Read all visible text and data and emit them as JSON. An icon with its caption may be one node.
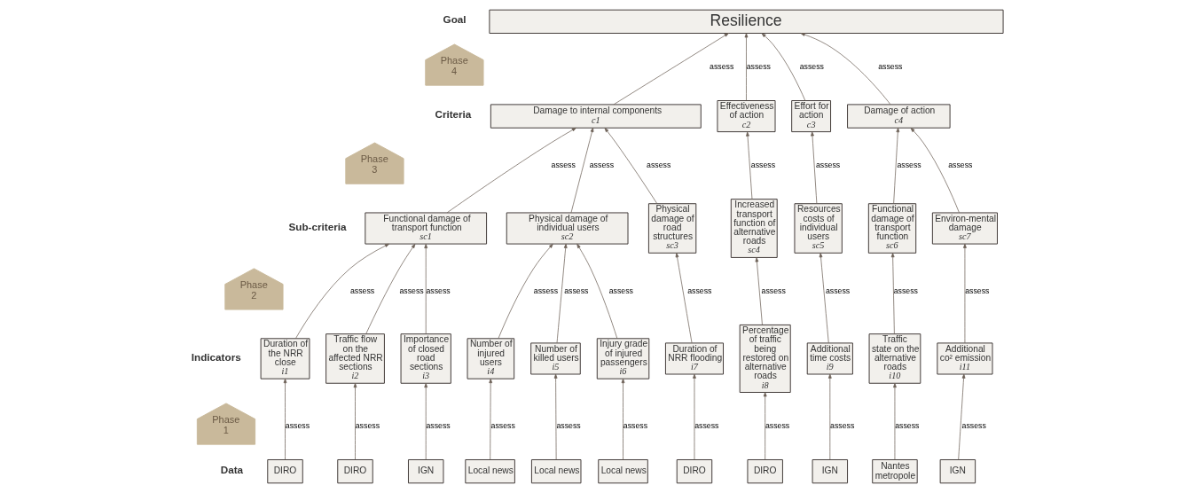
{
  "diagram": {
    "nodes": [
      {
        "text": [
          "Resilience"
        ]
      },
      {
        "text": [
          "Phase 4"
        ]
      },
      {
        "text": [
          "Damage to internal components",
          "c1"
        ]
      },
      {
        "text": [
          "Effectiveness of action",
          "c2"
        ]
      },
      {
        "text": [
          "Effort for action",
          "c3"
        ]
      },
      {
        "text": [
          "Damage of action",
          "c4"
        ]
      },
      {
        "text": [
          "Phase 3"
        ]
      },
      {
        "text": [
          "Functional damage of transport function",
          "sc1"
        ]
      },
      {
        "text": [
          "Physical damage of individual users",
          "sc2"
        ]
      },
      {
        "text": [
          "Physical damage of road structures",
          "sc3"
        ]
      },
      {
        "text": [
          "Increased transport function of alternative roads",
          "sc4"
        ]
      },
      {
        "text": [
          "Resources costs of individual users",
          "sc5"
        ]
      },
      {
        "text": [
          "Functional damage of transport function",
          "sc6"
        ]
      },
      {
        "text": [
          "Environ-mental damage",
          "sc7"
        ]
      },
      {
        "text": [
          "Phase 2"
        ]
      },
      {
        "text": [
          "Duration of the NRR close",
          "i1"
        ]
      },
      {
        "text": [
          "Traffic flow on the affected NRR sections",
          "i2"
        ]
      },
      {
        "text": [
          "Importance of closed road sections",
          "i3"
        ]
      },
      {
        "text": [
          "Number of injured users",
          "i4"
        ]
      },
      {
        "text": [
          "Number of killed users",
          "i5"
        ]
      },
      {
        "text": [
          "Injury grade of injured passengers",
          "i6"
        ]
      },
      {
        "text": [
          "Duration of NRR flooding",
          "i7"
        ]
      },
      {
        "text": [
          "Percentage of traffic being restored on alternative roads",
          "i8"
        ]
      },
      {
        "text": [
          "Additional time costs",
          "i9"
        ]
      },
      {
        "text": [
          "Traffic state on the alternative roads",
          "i10"
        ]
      },
      {
        "text": [
          "Additional co² emission",
          "i11"
        ]
      },
      {
        "text": [
          "Phase 1"
        ]
      },
      {
        "text": [
          "DIRO"
        ]
      },
      {
        "text": [
          "DIRO"
        ]
      },
      {
        "text": [
          "IGN"
        ]
      },
      {
        "text": [
          "Local news"
        ]
      },
      {
        "text": [
          "Local news"
        ]
      },
      {
        "text": [
          "Local news"
        ]
      },
      {
        "text": [
          "DIRO"
        ]
      },
      {
        "text": [
          "DIRO"
        ]
      },
      {
        "text": [
          "IGN"
        ]
      },
      {
        "text": [
          "Nantes metropole"
        ]
      },
      {
        "text": [
          "IGN"
        ]
      }
    ],
    "edges": [
      {
        "from": 2,
        "to": 0,
        "arrow": "to",
        "label": "assess"
      },
      {
        "from": 3,
        "to": 0,
        "arrow": "to",
        "label": "assess"
      },
      {
        "from": 4,
        "to": 0,
        "arrow": "to",
        "label": "assess"
      },
      {
        "from": 5,
        "to": 0,
        "arrow": "to",
        "label": "assess"
      },
      {
        "from": 7,
        "to": 2,
        "arrow": "to",
        "label": "assess"
      },
      {
        "from": 8,
        "to": 2,
        "arrow": "to",
        "label": "assess"
      },
      {
        "from": 9,
        "to": 2,
        "arrow": "to",
        "label": "assess"
      },
      {
        "from": 10,
        "to": 3,
        "arrow": "to",
        "label": "assess"
      },
      {
        "from": 11,
        "to": 4,
        "arrow": "to",
        "label": "assess"
      },
      {
        "from": 12,
        "to": 5,
        "arrow": "to",
        "label": "assess"
      },
      {
        "from": 13,
        "to": 5,
        "arrow": "to",
        "label": "assess"
      },
      {
        "from": 15,
        "to": 7,
        "arrow": "to",
        "label": "assess"
      },
      {
        "from": 16,
        "to": 7,
        "arrow": "to",
        "label": "assess"
      },
      {
        "from": 17,
        "to": 7,
        "arrow": "to",
        "label": "assess"
      },
      {
        "from": 18,
        "to": 8,
        "arrow": "to",
        "label": "assess"
      },
      {
        "from": 19,
        "to": 8,
        "arrow": "to",
        "label": "assess"
      },
      {
        "from": 20,
        "to": 8,
        "arrow": "to",
        "label": "assess"
      },
      {
        "from": 21,
        "to": 9,
        "arrow": "to",
        "label": "assess"
      },
      {
        "from": 22,
        "to": 10,
        "arrow": "to",
        "label": "assess"
      },
      {
        "from": 23,
        "to": 11,
        "arrow": "to",
        "label": "assess"
      },
      {
        "from": 24,
        "to": 12,
        "arrow": "to",
        "label": "assess"
      },
      {
        "from": 25,
        "to": 13,
        "arrow": "to",
        "label": "assess"
      },
      {
        "from": 27,
        "to": 15,
        "arrow": "to",
        "label": "assess"
      },
      {
        "from": 28,
        "to": 16,
        "arrow": "to",
        "label": "assess"
      },
      {
        "from": 29,
        "to": 17,
        "arrow": "to",
        "label": "assess"
      },
      {
        "from": 30,
        "to": 18,
        "arrow": "to",
        "label": "assess"
      },
      {
        "from": 31,
        "to": 19,
        "arrow": "to",
        "label": "assess"
      },
      {
        "from": 32,
        "to": 20,
        "arrow": "to",
        "label": "assess"
      },
      {
        "from": 33,
        "to": 21,
        "arrow": "to",
        "label": "assess"
      },
      {
        "from": 34,
        "to": 22,
        "arrow": "to",
        "label": "assess"
      },
      {
        "from": 35,
        "to": 23,
        "arrow": "to",
        "label": "assess"
      },
      {
        "from": 36,
        "to": 24,
        "arrow": "to",
        "label": "assess"
      },
      {
        "from": 37,
        "to": 25,
        "arrow": "to",
        "label": "assess"
      }
    ],
    "labels": [
      "Goal",
      "Criteria",
      "Sub-criteria",
      "Indicators",
      "Data"
    ]
  }
}
